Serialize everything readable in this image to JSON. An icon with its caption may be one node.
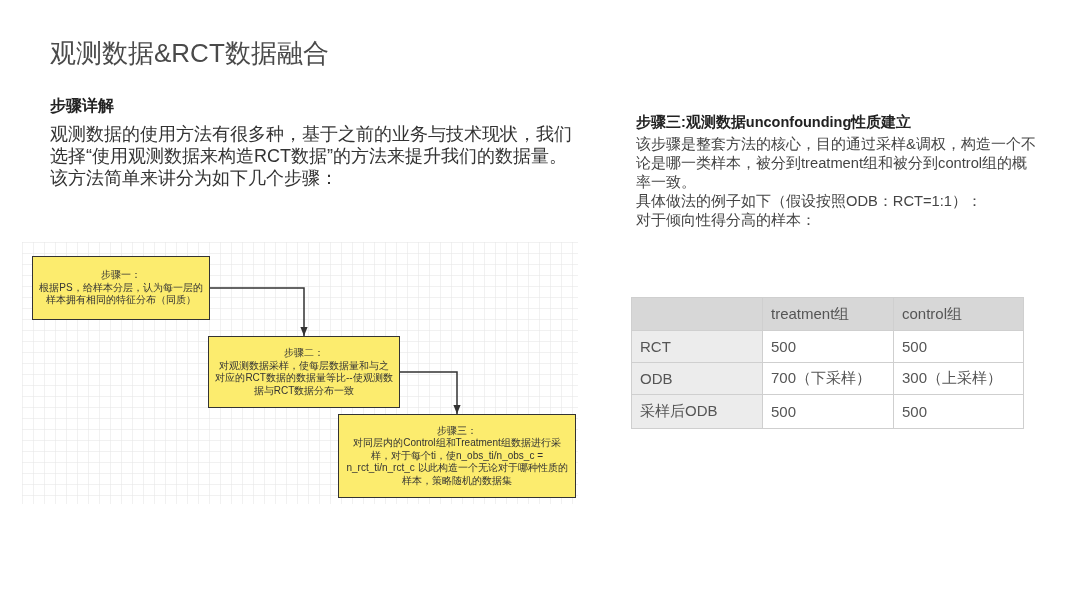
{
  "diagram": {
    "title": "观测数据&RCT数据融合",
    "nodes": [
      {
        "text": [
          "步骤一：",
          "根据PS，给样本分层，认为每一层的样本拥有相同的特征分布（同质）"
        ]
      },
      {
        "text": [
          "步骤二：",
          "对观测数据采样，使每层数据量和与之对应的RCT数据的数据量等比--使观测数据与RCT数据分布一致"
        ]
      },
      {
        "text": [
          "步骤三：",
          "对同层内的Control组和Treatment组数据进行采样，对于每个ti，使n_obs_ti/n_obs_c = n_rct_ti/n_rct_c 以此构造一个无论对于哪种性质的样本，策略随机的数据集"
        ]
      }
    ],
    "edges": [
      {
        "from": 0,
        "to": 1,
        "arrow": "to"
      },
      {
        "from": 1,
        "to": 2,
        "arrow": "to"
      }
    ],
    "labels": [
      "步骤详解",
      "观测数据的使用方法有很多种，基于之前的业务与技术现状，我们选择“使用观测数据来构造RCT数据”的方法来提升我们的数据量。该方法简单来讲分为如下几个步骤：",
      "步骤三:观测数据unconfounding性质建立",
      "该步骤是整套方法的核心，目的通过采样&调权，构造一个不论是哪一类样本，被分到treatment组和被分到control组的概率一致。",
      "具体做法的例子如下（假设按照ODB：RCT=1:1）：",
      "对于倾向性得分高的样本：",
      "treatment组",
      "control组",
      "RCT",
      "500",
      "500",
      "ODB",
      "700（下采样）",
      "300（上采样）",
      "采样后ODB",
      "500",
      "500"
    ]
  }
}
